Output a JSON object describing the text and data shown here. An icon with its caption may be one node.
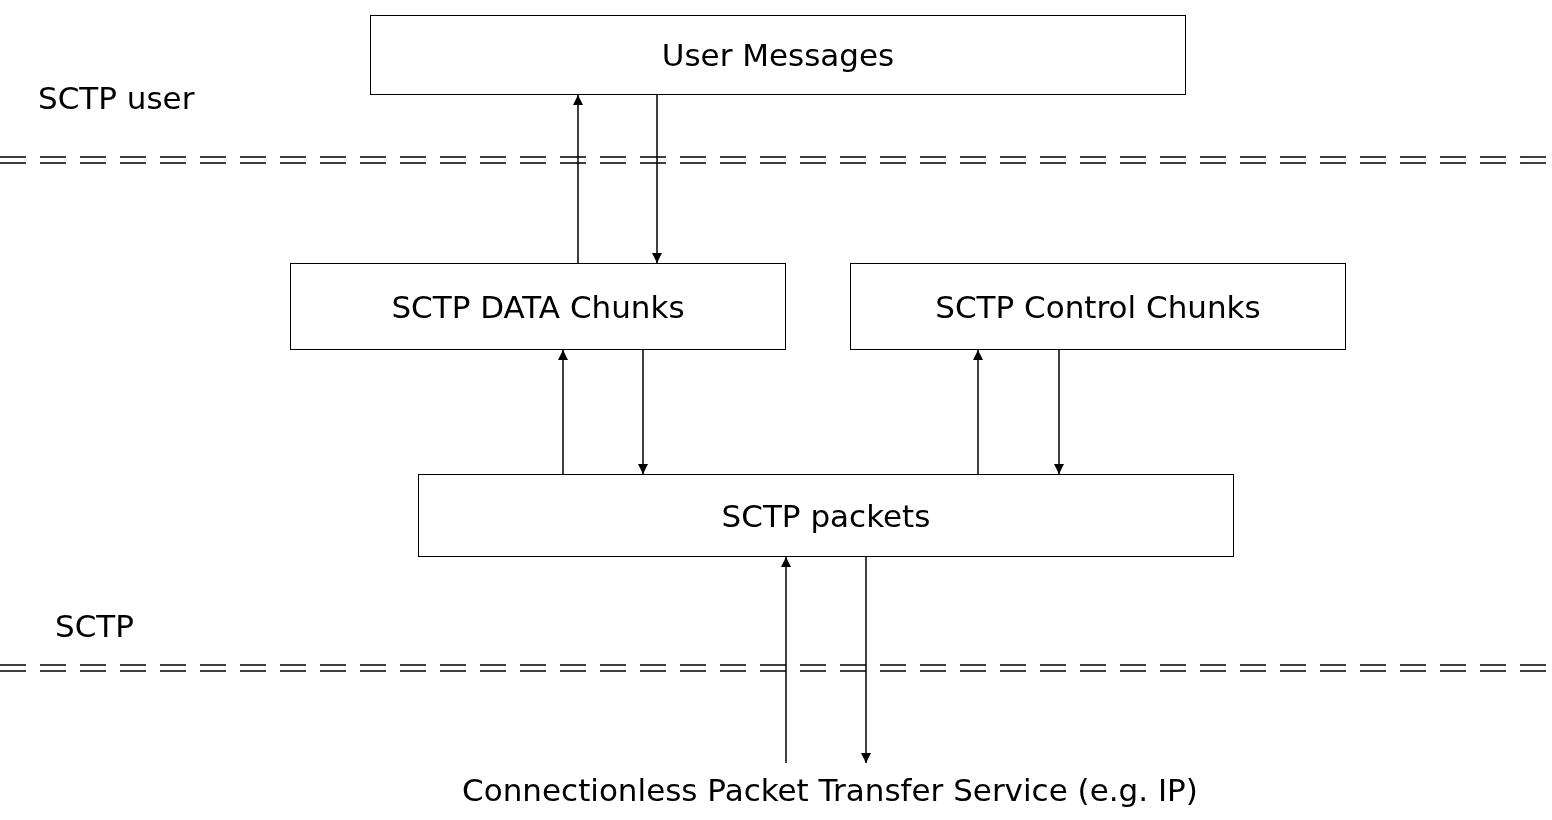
{
  "diagram": {
    "nodes": [
      {
        "text": [
          "User Messages"
        ]
      },
      {
        "text": [
          "SCTP DATA Chunks"
        ]
      },
      {
        "text": [
          "SCTP Control Chunks"
        ]
      },
      {
        "text": [
          "SCTP packets"
        ]
      },
      {
        "text": [
          "Connectionless Packet Transfer Service (e.g. IP)"
        ]
      }
    ],
    "edges": [
      {
        "from": 1,
        "to": 0,
        "arrow": "to"
      },
      {
        "from": 0,
        "to": 1,
        "arrow": "to"
      },
      {
        "from": 3,
        "to": 1,
        "arrow": "to"
      },
      {
        "from": 1,
        "to": 3,
        "arrow": "to"
      },
      {
        "from": 3,
        "to": 2,
        "arrow": "to"
      },
      {
        "from": 2,
        "to": 3,
        "arrow": "to"
      },
      {
        "from": 4,
        "to": 3,
        "arrow": "to"
      },
      {
        "from": 3,
        "to": 4,
        "arrow": "to"
      }
    ],
    "labels": [
      "SCTP user",
      "SCTP"
    ]
  }
}
